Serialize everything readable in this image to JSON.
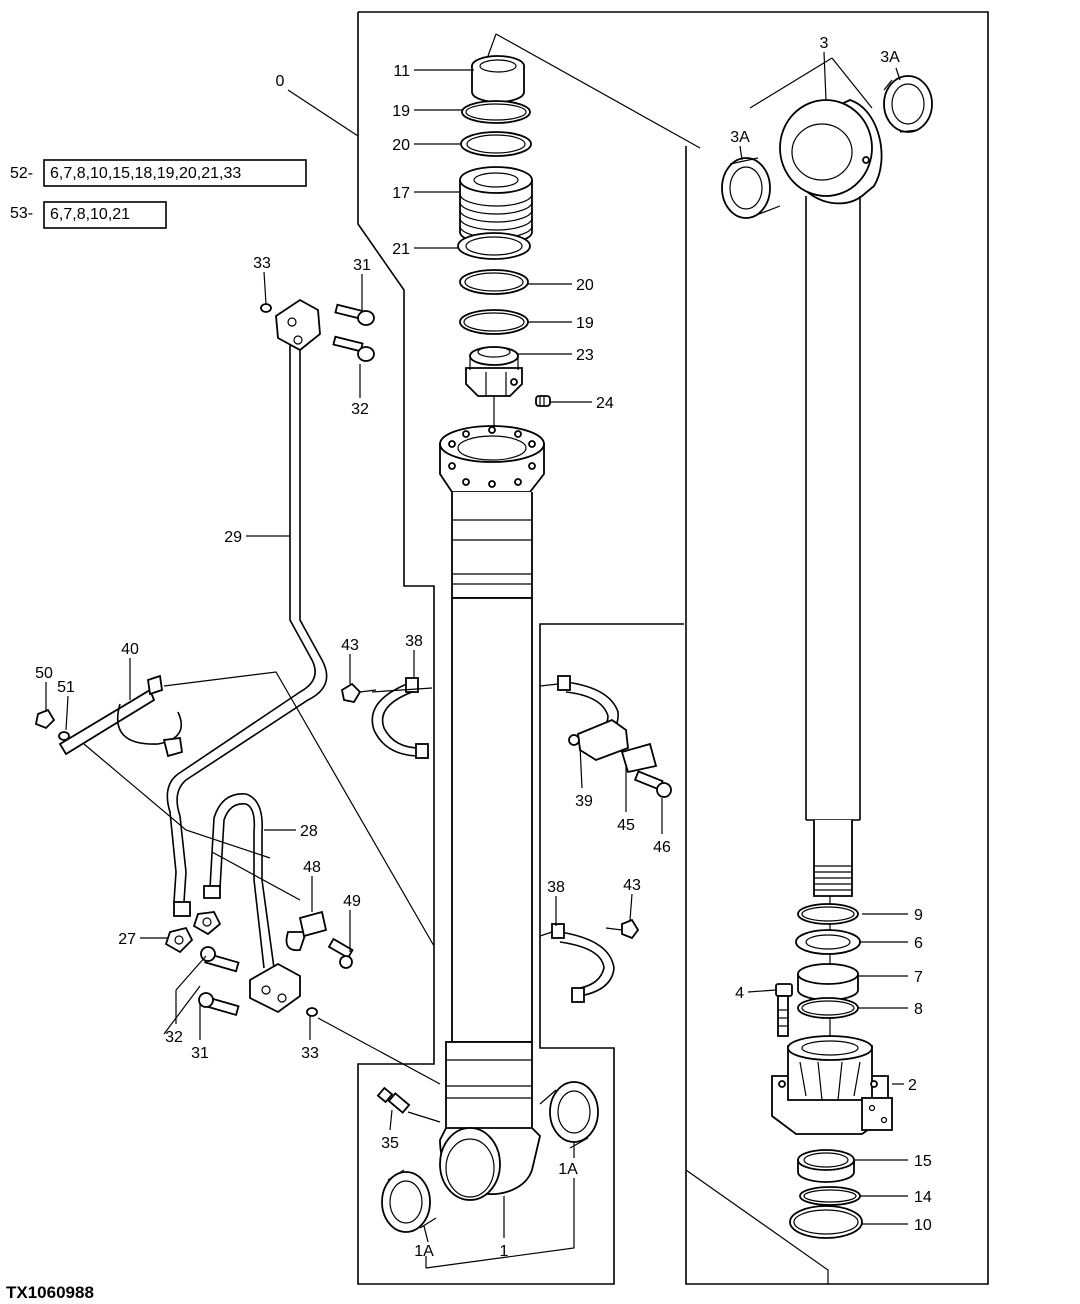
{
  "figure_code": "TX1060988",
  "kits": [
    {
      "number": "52-",
      "contents": "6,7,8,10,15,18,19,20,21,33"
    },
    {
      "number": "53-",
      "contents": "6,7,8,10,21"
    }
  ],
  "callouts": {
    "c0": "0",
    "c11": "11",
    "c19a": "19",
    "c20a": "20",
    "c17": "17",
    "c21": "21",
    "c20b": "20",
    "c19b": "19",
    "c23": "23",
    "c24": "24",
    "c3": "3",
    "c3A_r": "3A",
    "c3A_l": "3A",
    "c33a": "33",
    "c31a": "31",
    "c32a": "32",
    "c29": "29",
    "c40": "40",
    "c50": "50",
    "c51": "51",
    "c43a": "43",
    "c38a": "38",
    "c39": "39",
    "c45": "45",
    "c46": "46",
    "c28": "28",
    "c48": "48",
    "c49": "49",
    "c27": "27",
    "c32b": "32",
    "c31b": "31",
    "c33b": "33",
    "c38b": "38",
    "c43b": "43",
    "c35": "35",
    "c1A_r": "1A",
    "c1A_l": "1A",
    "c1": "1",
    "c9": "9",
    "c6": "6",
    "c7": "7",
    "c4": "4",
    "c8": "8",
    "c2": "2",
    "c15": "15",
    "c14": "14",
    "c10": "10"
  }
}
